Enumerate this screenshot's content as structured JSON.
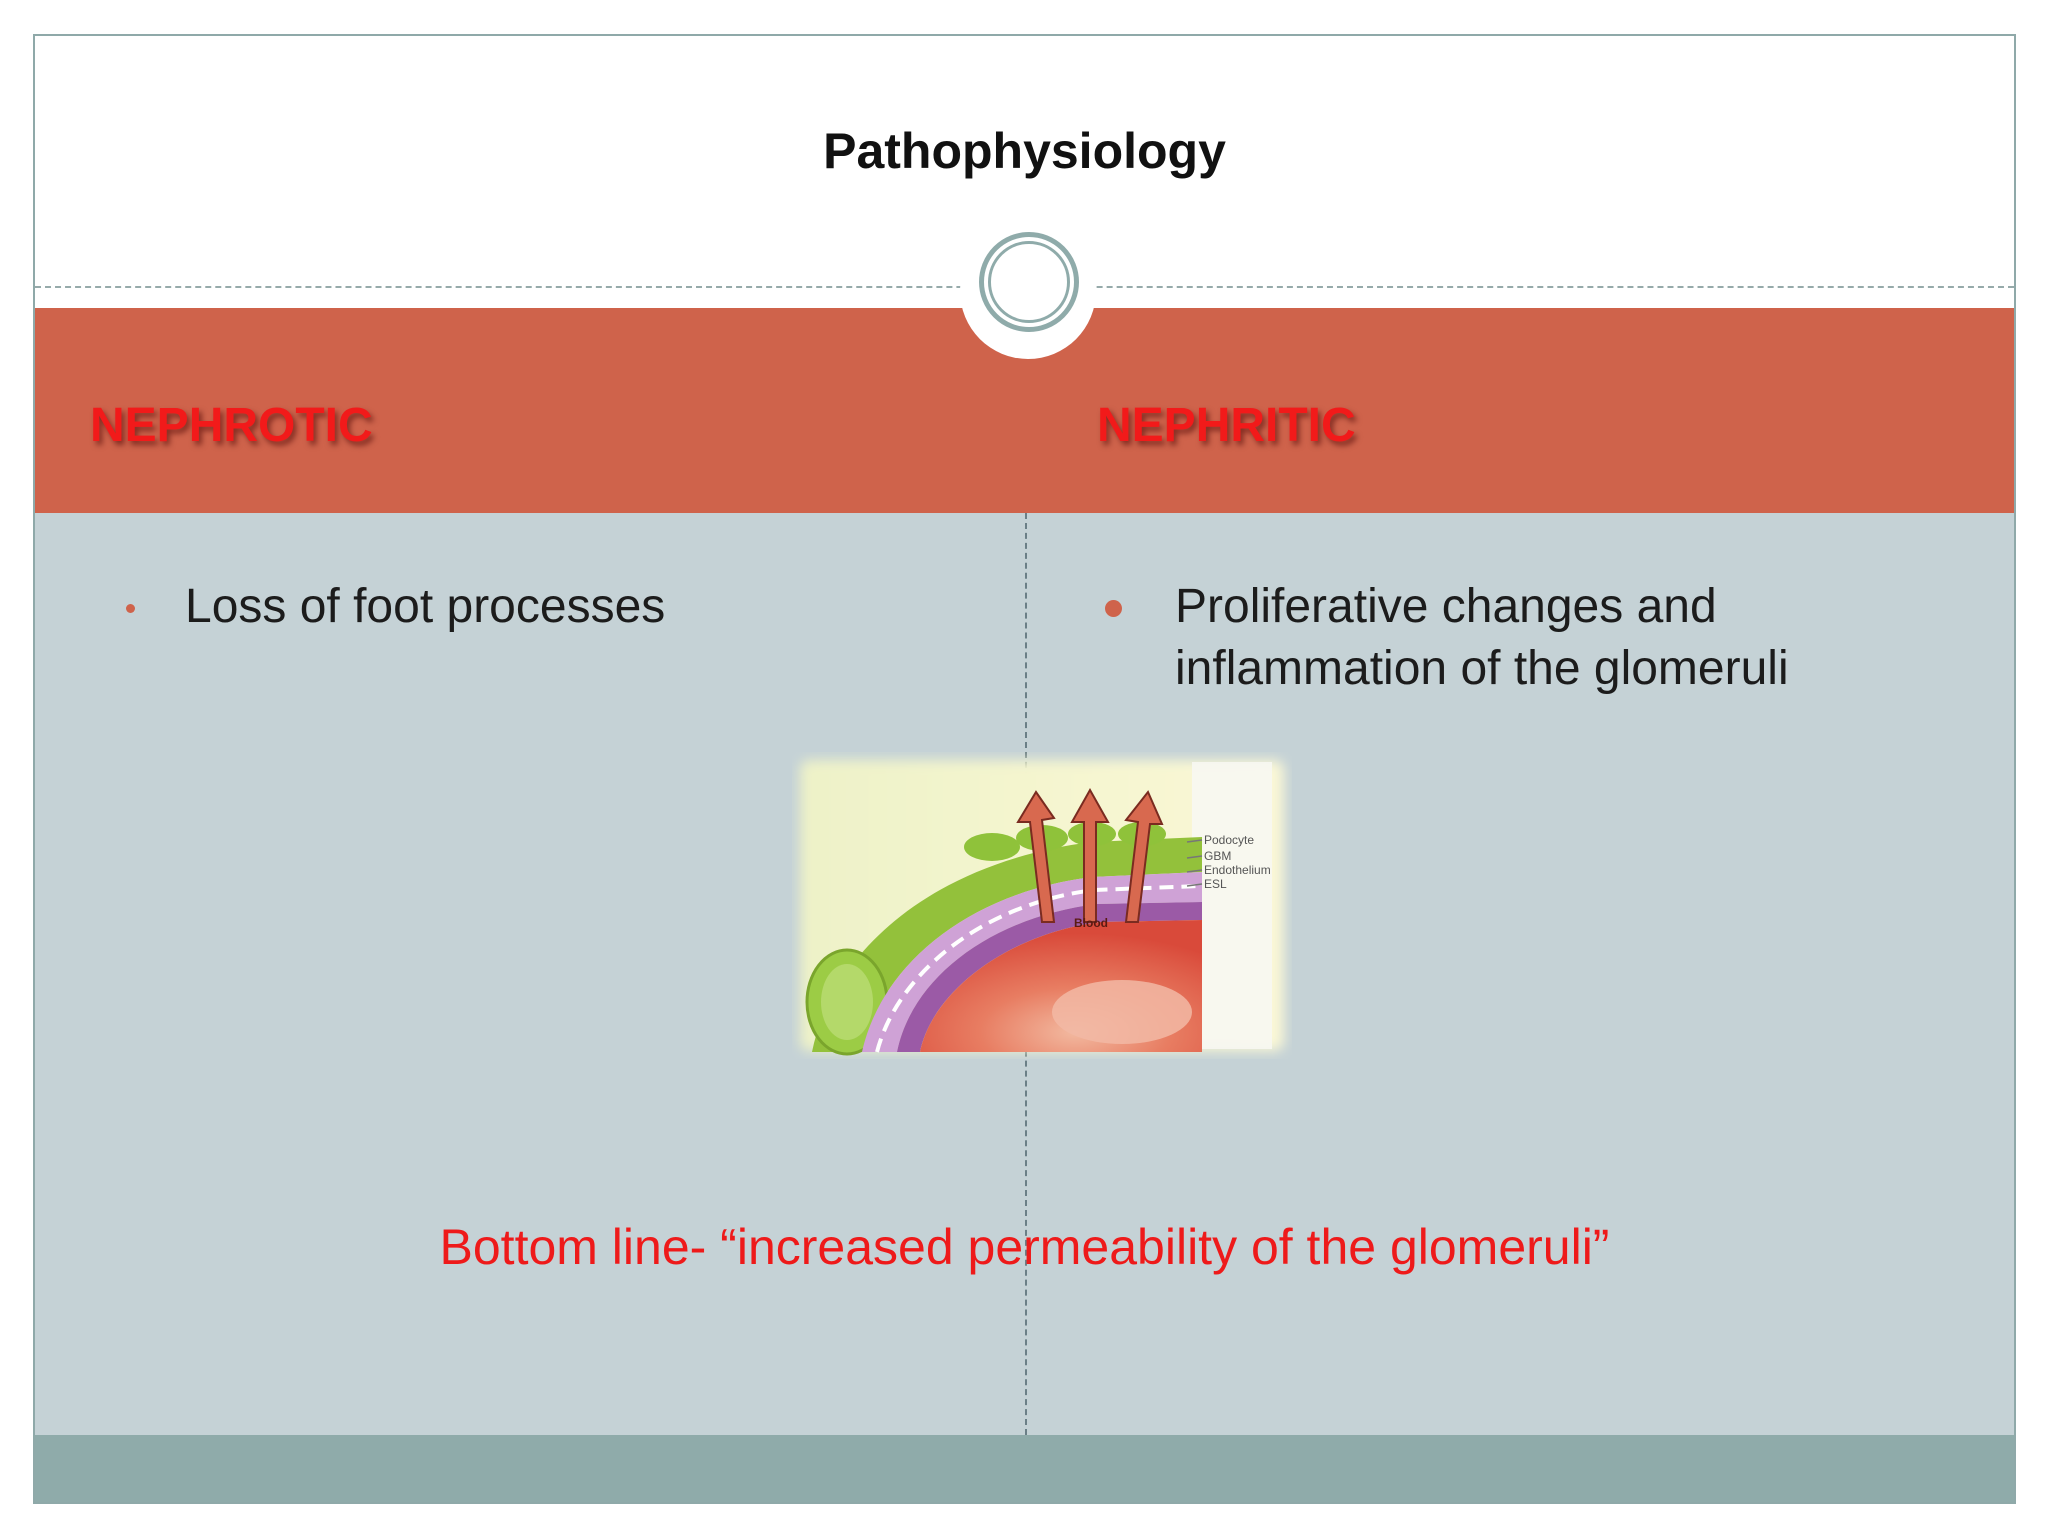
{
  "slide": {
    "title": "Pathophysiology",
    "left_heading": "NEPHROTIC",
    "right_heading": "NEPHRITIC",
    "left_bullet": "Loss of foot processes",
    "right_bullet": "Proliferative changes and inflammation of the glomeruli",
    "bottom_line": "Bottom line- “increased permeability of the glomeruli”"
  },
  "figure": {
    "labels": {
      "podocyte": "Podocyte",
      "gbm": "GBM",
      "endothelium": "Endothelium",
      "esl": "ESL",
      "blood": "Blood"
    }
  },
  "colors": {
    "accent": "#cf634b",
    "heading_red": "#f21a1a",
    "content_bg": "#c5d2d6",
    "footer_bar": "#8fabaa"
  }
}
